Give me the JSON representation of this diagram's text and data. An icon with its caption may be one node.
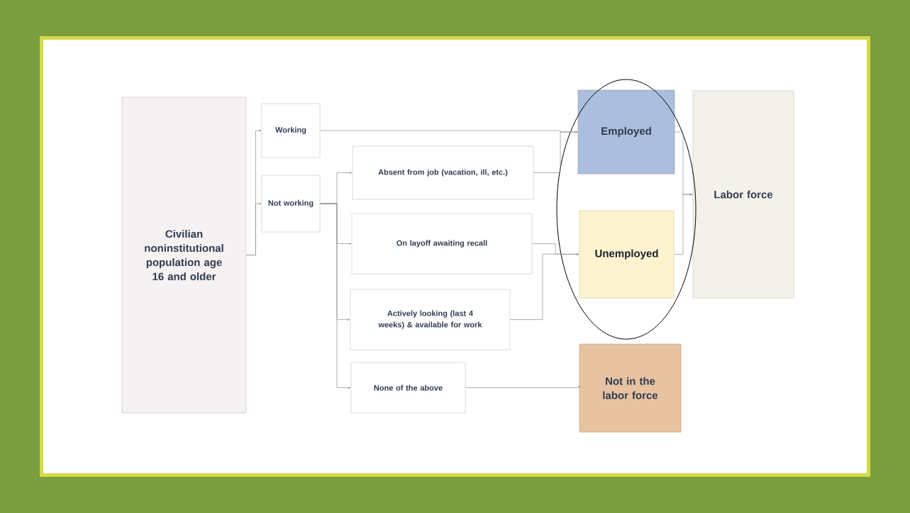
{
  "diagram": {
    "nodes": [
      {
        "text": [
          "Civilian noninstitutional population age 16 and older"
        ]
      },
      {
        "text": [
          "Working"
        ]
      },
      {
        "text": [
          "Not working"
        ]
      },
      {
        "text": [
          "Absent from job (vacation, ill, etc.)"
        ]
      },
      {
        "text": [
          "On layoff awaiting recall"
        ]
      },
      {
        "text": [
          "Actively looking (last 4 weeks) & available for work"
        ]
      },
      {
        "text": [
          "None of the above"
        ]
      },
      {
        "text": [
          "Employed"
        ]
      },
      {
        "text": [
          "Unemployed"
        ]
      },
      {
        "text": [
          "Not in the labor force"
        ]
      },
      {
        "text": [
          "Labor force"
        ]
      }
    ],
    "edges": [
      {
        "from": 0,
        "to": 1,
        "arrow": "to"
      },
      {
        "from": 0,
        "to": 2,
        "arrow": "to"
      },
      {
        "from": 2,
        "to": 3,
        "arrow": "to"
      },
      {
        "from": 2,
        "to": 4,
        "arrow": "to"
      },
      {
        "from": 2,
        "to": 5,
        "arrow": "to"
      },
      {
        "from": 2,
        "to": 6,
        "arrow": "to"
      },
      {
        "from": 1,
        "to": 7,
        "arrow": "to"
      },
      {
        "from": 3,
        "to": 7,
        "arrow": "to"
      },
      {
        "from": 4,
        "to": 8,
        "arrow": "to"
      },
      {
        "from": 5,
        "to": 8,
        "arrow": "to"
      },
      {
        "from": 6,
        "to": 9,
        "arrow": "to"
      },
      {
        "from": 7,
        "to": 10,
        "arrow": "to"
      },
      {
        "from": 8,
        "to": 10,
        "arrow": "to"
      }
    ]
  }
}
